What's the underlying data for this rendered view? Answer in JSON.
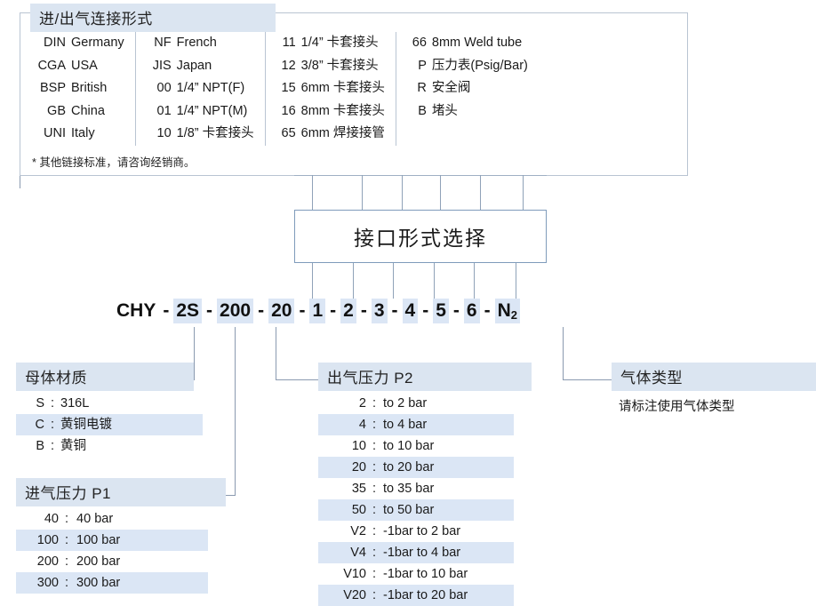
{
  "connection": {
    "title": "进/出气连接形式",
    "columns": [
      [
        {
          "code": "DIN",
          "desc": "Germany"
        },
        {
          "code": "CGA",
          "desc": "USA"
        },
        {
          "code": "BSP",
          "desc": "British"
        },
        {
          "code": "GB",
          "desc": "China"
        },
        {
          "code": "UNI",
          "desc": "Italy"
        }
      ],
      [
        {
          "code": "NF",
          "desc": "French"
        },
        {
          "code": "JIS",
          "desc": "Japan"
        },
        {
          "code": "00",
          "desc": "1/4” NPT(F)"
        },
        {
          "code": "01",
          "desc": "1/4” NPT(M)"
        },
        {
          "code": "10",
          "desc": "1/8” 卡套接头"
        }
      ],
      [
        {
          "code": "11",
          "desc": "1/4” 卡套接头"
        },
        {
          "code": "12",
          "desc": "3/8” 卡套接头"
        },
        {
          "code": "15",
          "desc": "6mm 卡套接头"
        },
        {
          "code": "16",
          "desc": "8mm 卡套接头"
        },
        {
          "code": "65",
          "desc": "6mm 焊接接管"
        }
      ],
      [
        {
          "code": "66",
          "desc": "8mm Weld tube"
        },
        {
          "code": "P",
          "desc": "压力表(Psig/Bar)"
        },
        {
          "code": "R",
          "desc": "安全阀"
        },
        {
          "code": "B",
          "desc": "堵头"
        }
      ]
    ],
    "note": "* 其他链接标准，请咨询经销商。"
  },
  "center_box": {
    "label": "接口形式选择"
  },
  "product_code": {
    "segments": [
      {
        "text": "CHY",
        "highlight": false
      },
      {
        "text": "2S",
        "highlight": true
      },
      {
        "text": "200",
        "highlight": true
      },
      {
        "text": "20",
        "highlight": true
      },
      {
        "text": "1",
        "highlight": true
      },
      {
        "text": "2",
        "highlight": true
      },
      {
        "text": "3",
        "highlight": true
      },
      {
        "text": "4",
        "highlight": true
      },
      {
        "text": "5",
        "highlight": true
      },
      {
        "text": "6",
        "highlight": true
      },
      {
        "text": "N2",
        "highlight": true
      }
    ],
    "separator": "-",
    "full": "CHY - 2S -200- 20 - 1 - 2 - 3 - 4 - 5 - 6 - N2"
  },
  "material": {
    "title": "母体材质",
    "rows": [
      {
        "code": "S",
        "desc": "316L",
        "alt": false
      },
      {
        "code": "C",
        "desc": "黄铜电镀",
        "alt": true
      },
      {
        "code": "B",
        "desc": "黄铜",
        "alt": false
      }
    ]
  },
  "inlet_pressure": {
    "title": "进气压力 P1",
    "rows": [
      {
        "code": "40",
        "desc": "40 bar",
        "alt": false
      },
      {
        "code": "100",
        "desc": "100 bar",
        "alt": true
      },
      {
        "code": "200",
        "desc": "200 bar",
        "alt": false
      },
      {
        "code": "300",
        "desc": "300 bar",
        "alt": true
      }
    ]
  },
  "outlet_pressure": {
    "title": "出气压力 P2",
    "rows": [
      {
        "code": "2",
        "desc": "to 2 bar",
        "alt": false
      },
      {
        "code": "4",
        "desc": "to 4 bar",
        "alt": true
      },
      {
        "code": "10",
        "desc": "to 10 bar",
        "alt": false
      },
      {
        "code": "20",
        "desc": "to 20 bar",
        "alt": true
      },
      {
        "code": "35",
        "desc": "to 35 bar",
        "alt": false
      },
      {
        "code": "50",
        "desc": "to 50 bar",
        "alt": true
      },
      {
        "code": "V2",
        "desc": "-1bar to 2 bar",
        "alt": false
      },
      {
        "code": "V4",
        "desc": "-1bar to 4 bar",
        "alt": true
      },
      {
        "code": "V10",
        "desc": "-1bar to 10 bar",
        "alt": false
      },
      {
        "code": "V20",
        "desc": "-1bar to 20 bar",
        "alt": true
      }
    ]
  },
  "gas_type": {
    "title": "气体类型",
    "note": "请标注使用气体类型"
  },
  "colors": {
    "header_band": "#dbe5f1",
    "row_highlight": "#dbe6f5",
    "box_border": "#7f9bbb",
    "line": "#8a9ab0",
    "text": "#1a1a1a"
  }
}
